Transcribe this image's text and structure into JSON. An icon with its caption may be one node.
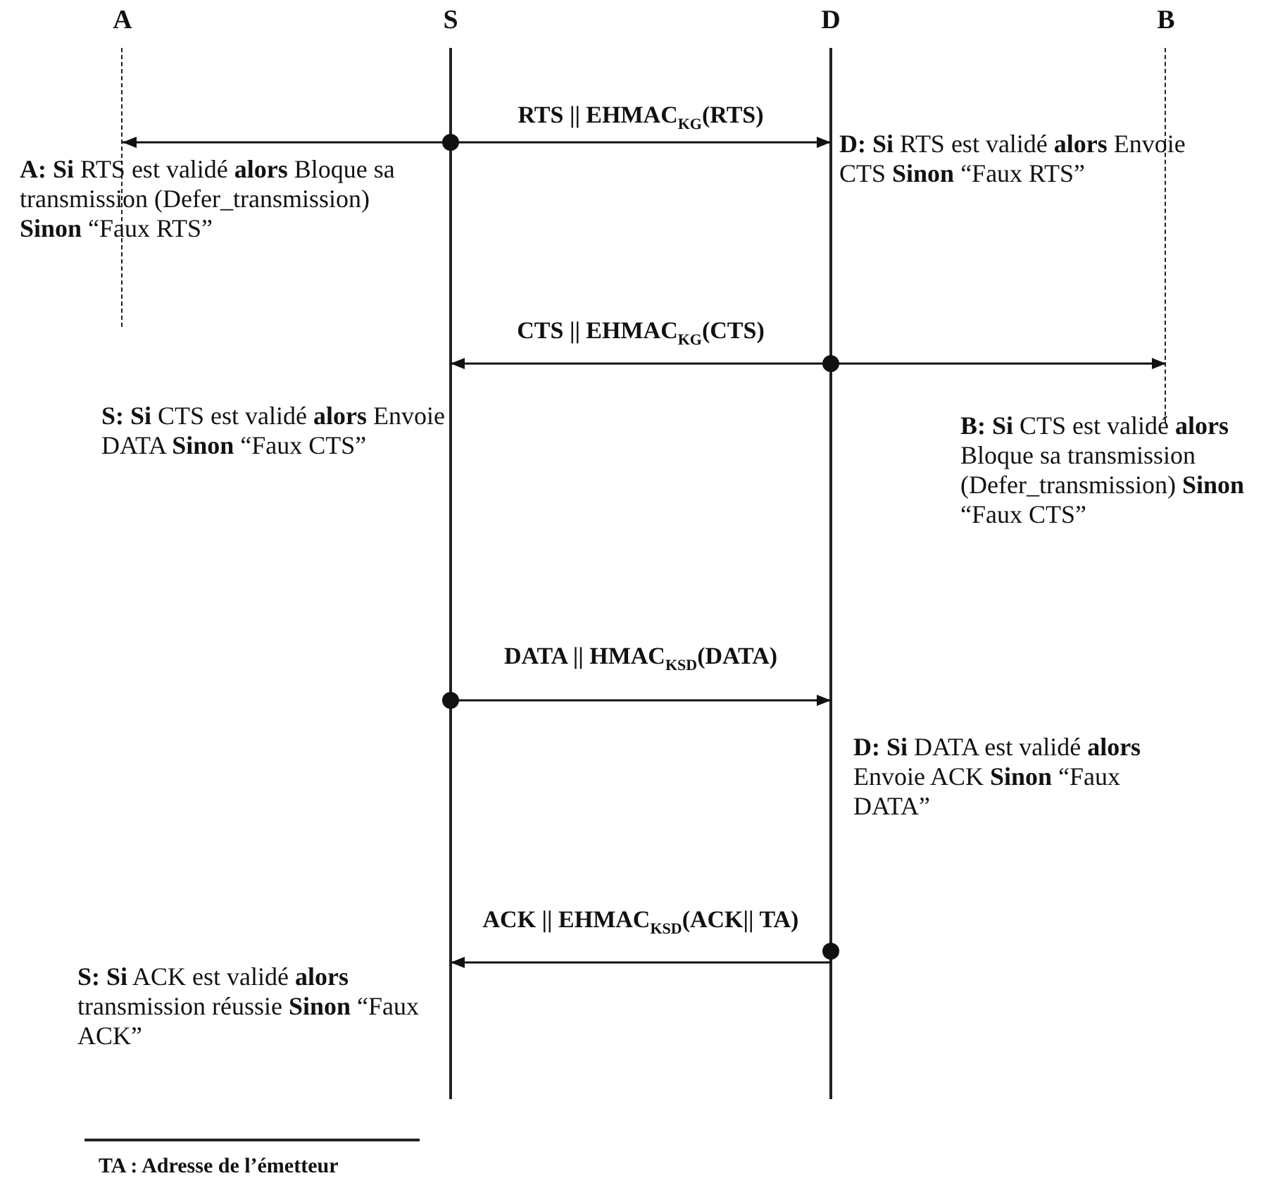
{
  "diagram": {
    "nodes": [
      {
        "text": [
          "A"
        ]
      },
      {
        "text": [
          "S"
        ]
      },
      {
        "text": [
          "D"
        ]
      },
      {
        "text": [
          "B"
        ]
      }
    ],
    "edges": [
      {
        "from": 1,
        "to": 0,
        "arrow": "to"
      },
      {
        "from": 1,
        "to": 2,
        "arrow": "to",
        "label": "RTS || EHMAC$_{KG}$(RTS)"
      },
      {
        "from": 2,
        "to": 1,
        "arrow": "to",
        "label": "CTS || EHMAC$_{KG}$(CTS)"
      },
      {
        "from": 2,
        "to": 3,
        "arrow": "to"
      },
      {
        "from": 1,
        "to": 2,
        "arrow": "to",
        "label": "DATA || HMAC$_{KSD}$(DATA)"
      },
      {
        "from": 2,
        "to": 1,
        "arrow": "to",
        "label": "ACK || EHMAC$_{KSD}$(ACK|| TA)"
      }
    ],
    "labels": [
      "**A:** **Si** RTS est validé **alors** Bloque sa transmission (Defer_transmission) **Sinon** “Faux RTS”",
      "**D:** **Si** RTS est validé **alors** Envoie CTS **Sinon** “Faux RTS”",
      "**S:** **Si** CTS est validé **alors** Envoie DATA **Sinon** “Faux CTS”",
      "**B:** **Si** CTS est validé **alors** Bloque sa transmission (Defer_transmission) **Sinon** “Faux CTS”",
      "**D:** **Si** DATA est validé **alors** Envoie ACK **Sinon** “Faux DATA”",
      "**S:** **Si** ACK est validé **alors** transmission réussie **Sinon** “Faux ACK”",
      "TA : Adresse de l’émetteur"
    ]
  }
}
